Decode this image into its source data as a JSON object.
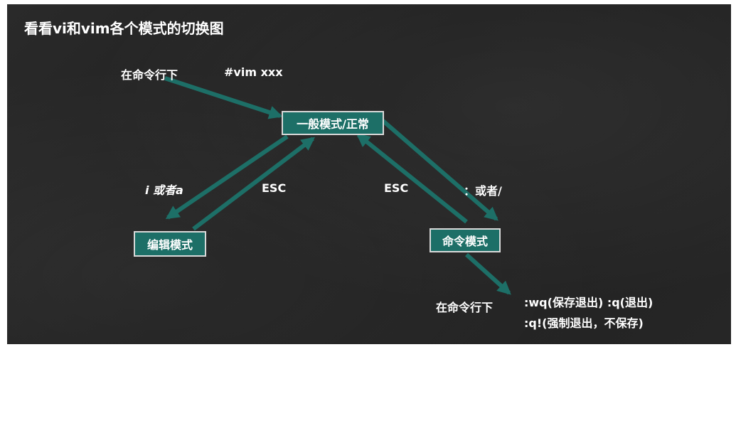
{
  "title": "看看vi和vim各个模式的切换图",
  "nodes": {
    "normal_mode": "一般模式/正常",
    "edit_mode": "编辑模式",
    "command_mode": "命令模式"
  },
  "labels": {
    "cmdline_top": "在命令行下",
    "vim_cmd": "#vim  xxx",
    "i_or_a": "i 或者a",
    "esc_left": "ESC",
    "esc_right": "ESC",
    "colon_or_slash": "：或者/",
    "cmdline_bottom": "在命令行下",
    "save_quit_line": ":wq(保存退出)  :q(退出)",
    "force_quit_line": ":q!(强制退出，不保存)"
  },
  "colors": {
    "arrow": "#1d6f67",
    "node_fill": "#1d6f67",
    "node_border": "#d9d9d9",
    "board": "#262626",
    "text": "#ffffff"
  }
}
